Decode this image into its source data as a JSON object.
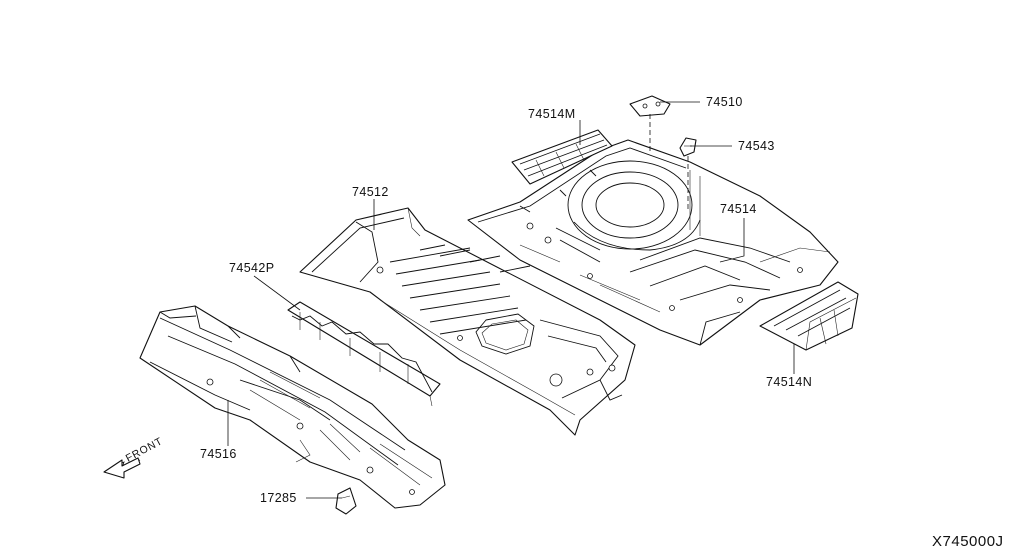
{
  "labels": {
    "p74510": "74510",
    "p74514M": "74514M",
    "p74543": "74543",
    "p74514": "74514",
    "p74512": "74512",
    "p74542P": "74542P",
    "p74514N": "74514N",
    "p74516": "74516",
    "p17285": "17285",
    "front": "FRONT",
    "diagram_code": "X745000J"
  },
  "colors": {
    "line": "#111111",
    "background": "#ffffff"
  },
  "icons": {
    "front_arrow": "front-arrow-icon"
  }
}
